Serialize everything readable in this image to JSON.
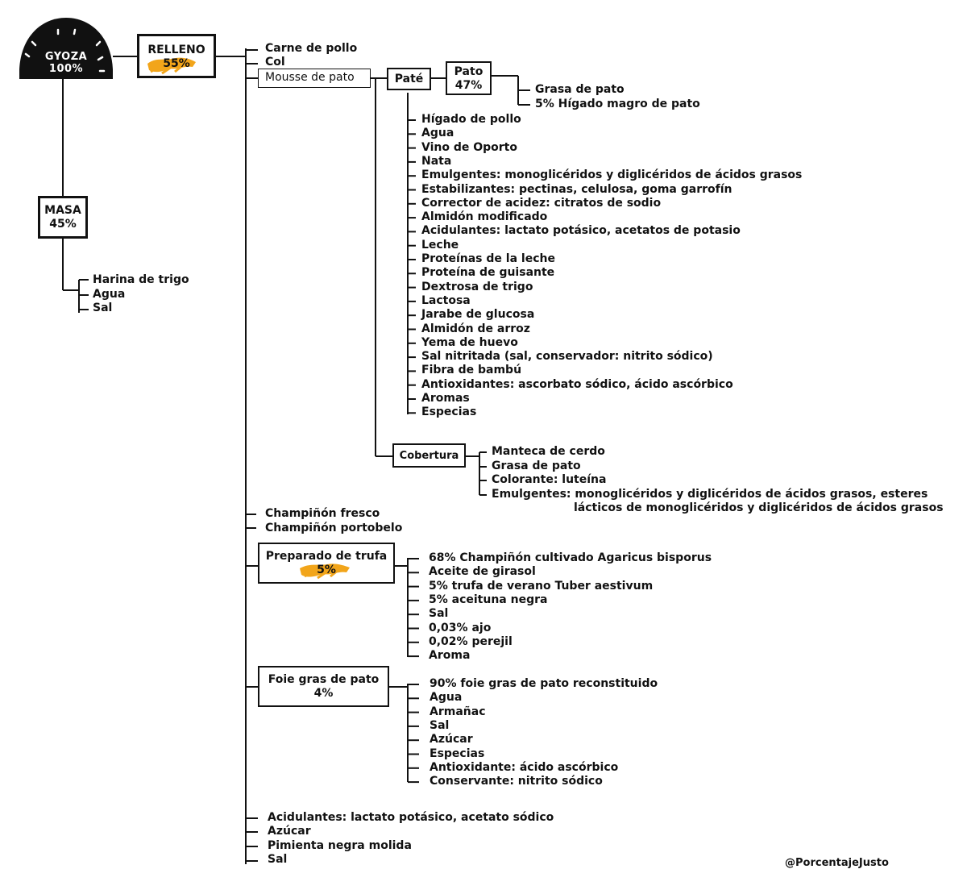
{
  "gyoza": {
    "name": "GYOZA",
    "pct": "100%"
  },
  "relleno": {
    "name": "RELLENO",
    "pct": "55%",
    "accent": "#f2a51a"
  },
  "masa": {
    "name": "MASA",
    "pct": "45%",
    "items": [
      "Harina de trigo",
      "Agua",
      "Sal"
    ]
  },
  "relleno_top_items": [
    "Carne de pollo",
    "Col"
  ],
  "mousse": {
    "name": "Mousse de pato"
  },
  "pate": {
    "name": "Paté",
    "items": [
      "Hígado de pollo",
      "Agua",
      "Vino de Oporto",
      "Nata",
      "Emulgentes: monoglicéridos y diglicéridos de ácidos grasos",
      "Estabilizantes: pectinas, celulosa, goma garrofín",
      "Corrector de acidez: citratos de sodio",
      "Almidón modificado",
      "Acidulantes: lactato potásico, acetatos de potasio",
      "Leche",
      "Proteínas de la leche",
      "Proteína de guisante",
      "Dextrosa de trigo",
      "Lactosa",
      "Jarabe de glucosa",
      "Almidón de arroz",
      "Yema de huevo",
      "Sal nitritada (sal, conservador: nitrito sódico)",
      "Fibra de bambú",
      "Antioxidantes: ascorbato sódico, ácido ascórbico",
      "Aromas",
      "Especias"
    ]
  },
  "pato": {
    "name": "Pato",
    "pct": "47%",
    "items": [
      "Grasa de pato",
      "5% Hígado magro de pato"
    ]
  },
  "cobertura": {
    "name": "Cobertura",
    "items": [
      "Manteca de cerdo",
      "Grasa de pato",
      "Colorante: luteína",
      "Emulgentes: monoglicéridos y diglicéridos de ácidos grasos, esteres"
    ],
    "continuation": "lácticos de monoglicéridos y diglicéridos de ácidos grasos"
  },
  "champinones": [
    "Champiñón fresco",
    "Champiñón portobelo"
  ],
  "trufa": {
    "name": "Preparado de trufa",
    "pct": "5%",
    "items": [
      "68% Champiñón cultivado Agaricus bisporus",
      "Aceite de girasol",
      "5% trufa de verano Tuber aestivum",
      "5% aceituna negra",
      "Sal",
      "0,03% ajo",
      "0,02% perejil",
      "Aroma"
    ]
  },
  "foie": {
    "name": "Foie gras de pato",
    "pct": "4%",
    "items": [
      "90% foie gras de pato reconstituido",
      "Agua",
      "Armañac",
      "Sal",
      "Azúcar",
      "Especias",
      "Antioxidante: ácido ascórbico",
      "Conservante: nitrito sódico"
    ]
  },
  "relleno_bottom_items": [
    "Acidulantes: lactato potásico, acetato sódico",
    "Azúcar",
    "Pimienta negra molida",
    "Sal"
  ],
  "credit": "@PorcentajeJusto"
}
